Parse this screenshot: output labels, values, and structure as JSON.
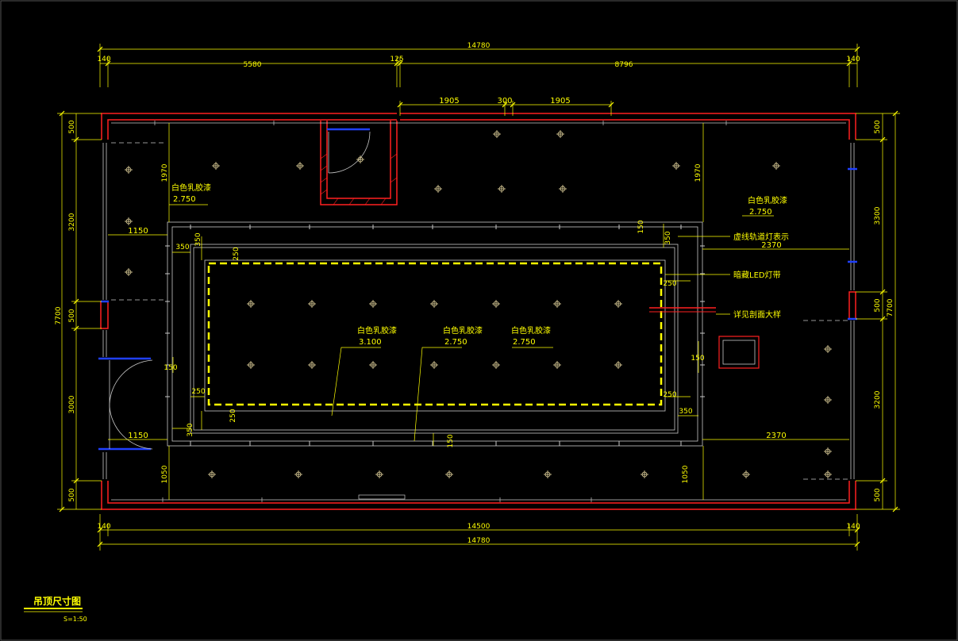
{
  "drawing": {
    "title": "吊顶尺寸图",
    "scale": "S=1:50"
  },
  "dimensions": {
    "top_total": "14780",
    "top_left_wall": "140",
    "top_left_span": "5580",
    "top_mid": "125",
    "top_right_span": "8796",
    "top_right_wall": "140",
    "bay_left": "1905",
    "bay_mid": "300",
    "bay_right": "1905",
    "bottom_left_wall": "140",
    "bottom_inner": "14500",
    "bottom_right_wall": "140",
    "bottom_total": "14780",
    "left_total": "7700",
    "left_a": "500",
    "left_b": "3200",
    "left_c": "500",
    "left_d": "3000",
    "left_e": "500",
    "right_total": "7700",
    "right_a": "500",
    "right_b": "3300",
    "right_c": "500",
    "right_d": "3200",
    "right_e": "500",
    "d1970_left": "1970",
    "d1970_right": "1970",
    "d1150_top": "1150",
    "d1150_bot": "1150",
    "d350_a": "350",
    "d350_b": "350",
    "d350_c": "350",
    "d350_d": "350",
    "d350_e": "350",
    "d250_a": "250",
    "d250_b": "250",
    "d250_c": "250",
    "d250_d": "250",
    "d250_e": "250",
    "d150_a": "150",
    "d150_b": "150",
    "d150_c": "150",
    "d150_d": "150",
    "d2370_top": "2370",
    "d2370_bot": "2370",
    "d1050_left": "1050",
    "d1050_right": "1050"
  },
  "annotations": {
    "paint_top_left": "白色乳胶漆",
    "height_top_left": "2.750",
    "paint_top_right": "白色乳胶漆",
    "height_top_right": "2.750",
    "paint_center_1": "白色乳胶漆",
    "height_center_1": "3.100",
    "paint_center_2": "白色乳胶漆",
    "height_center_2": "2.750",
    "paint_center_3": "白色乳胶漆",
    "height_center_3": "2.750",
    "track_light_note": "虚线轨道灯表示",
    "led_strip_note": "暗藏LED灯带",
    "section_note": "详见剖面大样"
  },
  "colors": {
    "wall": "#ff2020",
    "line": "#ffff00",
    "dim": "#ffff00",
    "detail": "#c8c8c8",
    "glass": "#2040ff"
  }
}
